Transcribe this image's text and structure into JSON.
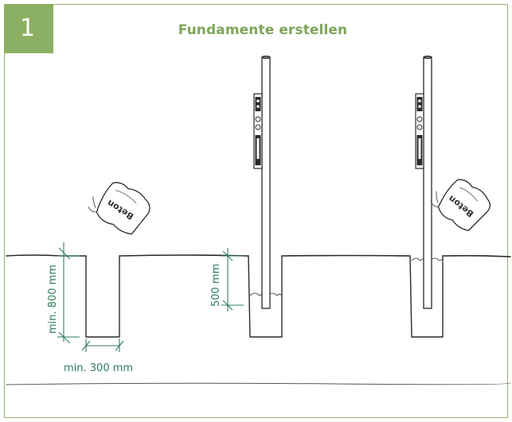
{
  "header": {
    "step_number": "1",
    "title": "Fundamente erstellen"
  },
  "labels": {
    "depth_min": "min. 800 mm",
    "width_min": "min. 300 mm",
    "embed_depth": "500 mm",
    "bag_left": "Beton",
    "bag_right": "Beton"
  },
  "colors": {
    "accent": "#8cb063",
    "title": "#7fa55a",
    "dimension": "#2e7d5b"
  }
}
